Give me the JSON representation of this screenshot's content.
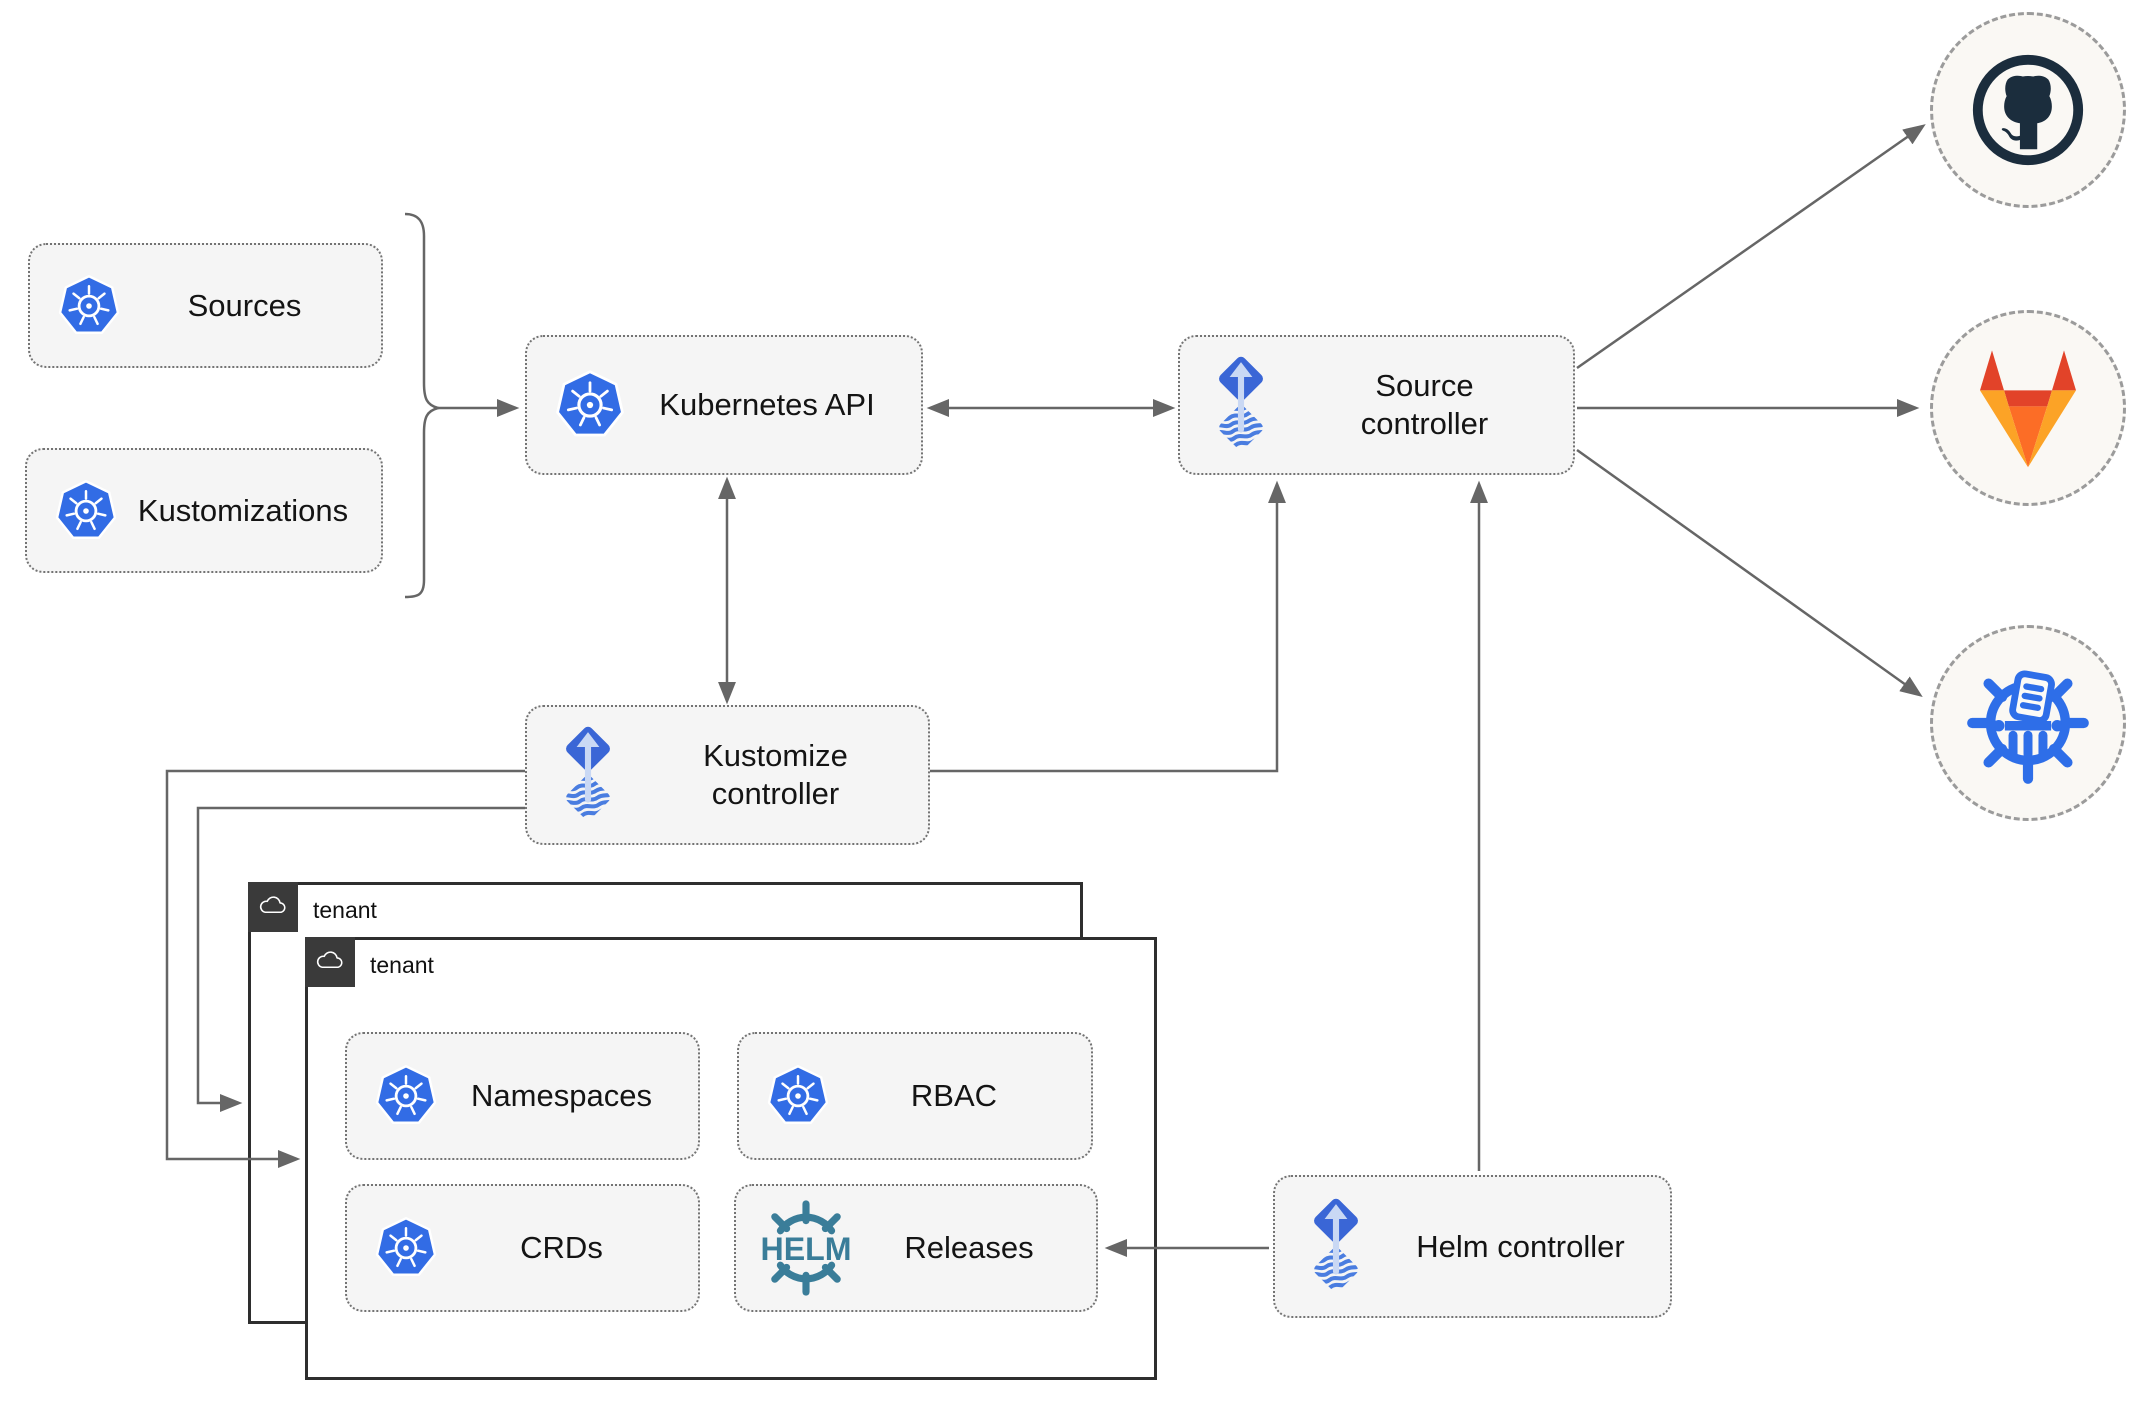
{
  "diagram": {
    "nodes": {
      "sources": {
        "label": "Sources",
        "icon": "kubernetes-icon"
      },
      "kustomizations": {
        "label": "Kustomizations",
        "icon": "kubernetes-icon"
      },
      "kubernetes_api": {
        "label": "Kubernetes API",
        "icon": "kubernetes-icon"
      },
      "source_controller": {
        "label": "Source controller",
        "icon": "flux-icon"
      },
      "kustomize_controller": {
        "label": "Kustomize controller",
        "icon": "flux-icon"
      },
      "helm_controller": {
        "label": "Helm controller",
        "icon": "flux-icon"
      },
      "namespaces": {
        "label": "Namespaces",
        "icon": "kubernetes-icon"
      },
      "rbac": {
        "label": "RBAC",
        "icon": "kubernetes-icon"
      },
      "crds": {
        "label": "CRDs",
        "icon": "kubernetes-icon"
      },
      "releases": {
        "label": "Releases",
        "icon": "helm-icon"
      }
    },
    "tenants": [
      {
        "label": "tenant",
        "icon": "cloud-icon"
      },
      {
        "label": "tenant",
        "icon": "cloud-icon"
      }
    ],
    "remotes": [
      {
        "name": "github",
        "icon": "github-icon"
      },
      {
        "name": "gitlab",
        "icon": "gitlab-icon"
      },
      {
        "name": "chartmuseum",
        "icon": "chartmuseum-icon"
      }
    ],
    "helm_logo_text": "HELM",
    "edges": [
      {
        "from": "sources-and-kustomizations",
        "to": "kubernetes_api",
        "arrow": "forward"
      },
      {
        "from": "kubernetes_api",
        "to": "source_controller",
        "arrow": "both"
      },
      {
        "from": "kubernetes_api",
        "to": "kustomize_controller",
        "arrow": "both"
      },
      {
        "from": "kustomize_controller",
        "to": "source_controller",
        "arrow": "forward"
      },
      {
        "from": "kustomize_controller",
        "to": "tenant-front",
        "arrow": "forward"
      },
      {
        "from": "kustomize_controller",
        "to": "tenant-back",
        "arrow": "forward"
      },
      {
        "from": "helm_controller",
        "to": "source_controller",
        "arrow": "forward"
      },
      {
        "from": "helm_controller",
        "to": "releases",
        "arrow": "forward"
      },
      {
        "from": "source_controller",
        "to": "github",
        "arrow": "forward"
      },
      {
        "from": "source_controller",
        "to": "gitlab",
        "arrow": "forward"
      },
      {
        "from": "source_controller",
        "to": "chartmuseum",
        "arrow": "forward"
      }
    ],
    "colors": {
      "kubernetes_blue": "#326CE5",
      "flux_blue": "#3A66D6",
      "flux_light_arrow": "#C9D8F4",
      "flux_wave_blue": "#4A7DE0",
      "helm_teal": "#3A7D99",
      "github_dark": "#1B2D3D",
      "gitlab_red": "#E24329",
      "gitlab_orange": "#FC6D26",
      "gitlab_amber": "#FCA326",
      "chartmuseum_blue": "#2E6EE8",
      "line_gray": "#666666",
      "node_fill": "#F5F5F5",
      "tenant_border": "#2E2E2E",
      "badge_bg": "#3A3A3A"
    }
  }
}
